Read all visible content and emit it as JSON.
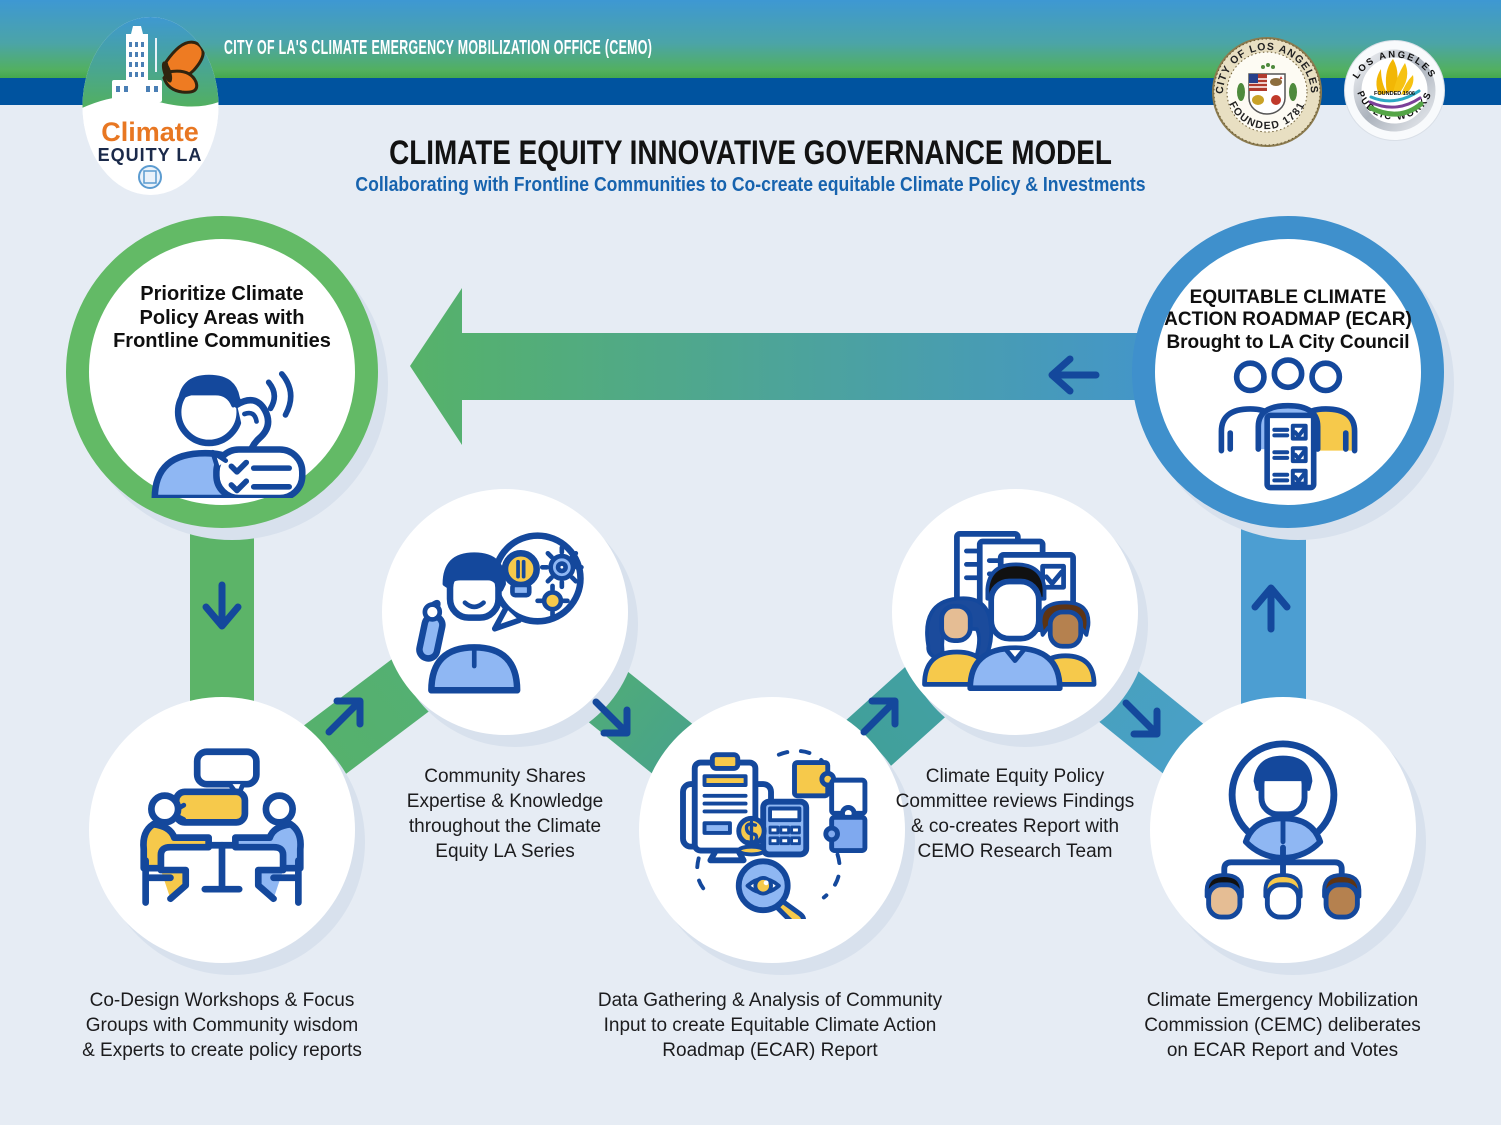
{
  "header": {
    "office_title": "CITY OF LA'S CLIMATE EMERGENCY MOBILIZATION OFFICE (CEMO)",
    "logo": {
      "line1": "Climate",
      "line2": "EQUITY LA"
    },
    "seals": {
      "city": {
        "top": "CITY OF LOS ANGELES",
        "bottom": "FOUNDED 1781"
      },
      "public_works": {
        "top": "LOS ANGELES",
        "bottom": "PUBLIC WORKS",
        "center": "FOUNDED 1906"
      }
    }
  },
  "main": {
    "title": "CLIMATE EQUITY INNOVATIVE GOVERNANCE MODEL",
    "subtitle": "Collaborating with Frontline Communities to Co-create equitable Climate Policy & Investments"
  },
  "flow": {
    "prioritize": {
      "label": "Prioritize Climate\nPolicy Areas with\nFrontline Communities"
    },
    "ecar": {
      "label": "EQUITABLE CLIMATE\nACTION ROADMAP (ECAR)\nBrought to LA City Council"
    },
    "codesign": {
      "caption": "Co-Design Workshops & Focus\nGroups with Community wisdom\n& Experts to create policy reports"
    },
    "shares": {
      "caption": "Community Shares\nExpertise & Knowledge\nthroughout the Climate\nEquity LA Series"
    },
    "data": {
      "caption": "Data Gathering & Analysis of Community\nInput to create Equitable Climate Action\nRoadmap (ECAR) Report"
    },
    "committee": {
      "caption": "Climate Equity Policy\nCommittee reviews Findings\n& co-creates Report with\nCEMO Research Team"
    },
    "commission": {
      "caption": "Climate Emergency Mobilization\nCommission (CEMC) deliberates\non ECAR Report and Votes"
    }
  },
  "colors": {
    "background": "#E6ECF4",
    "header_blue": "#3E98D3",
    "header_green": "#4FAF5E",
    "bar_blue": "#00539F",
    "subtitle_blue": "#1763AE",
    "ring_green": "#63BA66",
    "ring_blue": "#3F90CC",
    "band_green": "#5CB468",
    "band_teal": "#43A098",
    "band_blue": "#4C9ED2",
    "glyph_navy": "#14489C",
    "icon_lightblue": "#8FB7F3",
    "icon_yellow": "#F6C94B",
    "skin_tan": "#E5BD94",
    "skin_brown": "#B5814F"
  }
}
